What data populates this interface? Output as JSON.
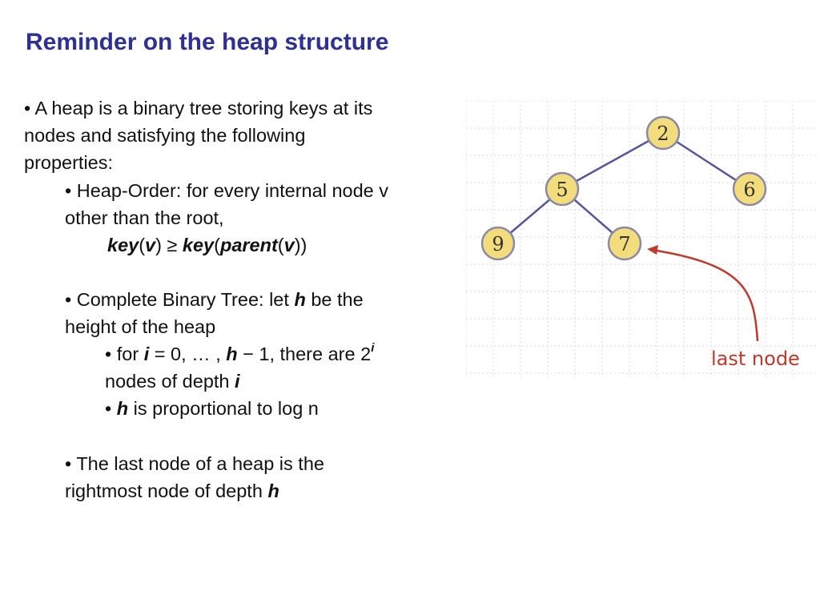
{
  "title": "Reminder on the heap structure",
  "bullet1": {
    "line1": "• A heap is a binary tree storing keys at its",
    "line2": "nodes and satisfying the following",
    "line3": "properties:"
  },
  "heap_order": {
    "line1": "• Heap-Order: for every internal node v",
    "line2": "other than the root,",
    "formula": {
      "key1": "key",
      "open1": "(",
      "v1": "v",
      "close1": ")",
      "geq": " ≥ ",
      "key2": "key",
      "open2": "(",
      "parent": "parent",
      "open3": "(",
      "v2": "v",
      "close2": "))"
    }
  },
  "complete_tree": {
    "line1_prefix": "• Complete Binary Tree: let ",
    "h": "h",
    "line1_suffix": " be the",
    "line2": "height of the heap",
    "sub1": {
      "prefix": "• for ",
      "i": "i",
      "mid1": " = 0, … , ",
      "h": "h",
      "mid2": " − 1, there are 2",
      "sup_i": "i",
      "line2_prefix": "nodes of depth ",
      "line2_i": "i"
    },
    "sub2": {
      "prefix": "• ",
      "h": "h",
      "suffix": " is proportional to log n"
    }
  },
  "last_node_bullet": {
    "line1": "• The last node of a heap is the",
    "line2_prefix": "rightmost node of depth ",
    "line2_h": "h"
  },
  "tree": {
    "nodes": [
      "2",
      "5",
      "6",
      "9",
      "7"
    ],
    "last_node_label": "last node",
    "colors": {
      "node_fill": "#f3dc7c",
      "node_stroke": "#8a8aa8",
      "edge": "#55559a",
      "arrow": "#c0392b",
      "grid": "#d7dbe8"
    }
  }
}
